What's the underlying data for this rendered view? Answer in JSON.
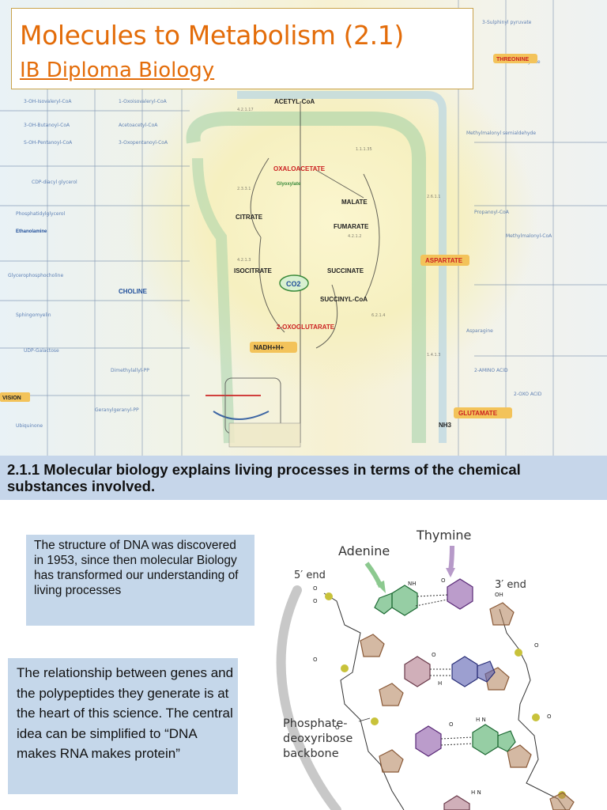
{
  "slide": {
    "title": "Molecules to Metabolism (2.1)",
    "subtitle": "IB Diploma Biology",
    "heading": "2.1.1 Molecular biology explains living processes in terms of the chemical substances involved.",
    "box_dna": "The structure of DNA was discovered in 1953, since then molecular Biology has transformed our understanding of living processes",
    "box_relationship": "The relationship between genes and the polypeptides they generate is at the heart of this science. The central idea can be simplified to “DNA makes RNA makes protein”"
  },
  "metabolic_map": {
    "labels": {
      "acetyl_coa": "ACETYL-CoA",
      "oxaloacetate": "OXALOACETATE",
      "malate": "MALATE",
      "citrate": "CITRATE",
      "fumarate": "FUMARATE",
      "isocitrate": "ISOCITRATE",
      "succinate": "SUCCINATE",
      "co2": "CO2",
      "succinyl_coa": "SUCCINYL-CoA",
      "oxoglutarate": "2-OXOGLUTARATE",
      "nadh": "NADH+H+",
      "aspartate": "ASPARTATE",
      "glutamate": "GLUTAMATE",
      "threonine": "THREONINE",
      "choline": "CHOLINE",
      "ethanolamine": "Ethanolamine",
      "glyoxylate": "Glyoxylate",
      "vision": "VISION",
      "nh3": "NH3"
    },
    "colors": {
      "background": "#f6f0c0",
      "pathway_red": "#cc2222",
      "pathway_blue": "#1f4e9a",
      "highlight": "#f3c35a"
    }
  },
  "dna_diagram": {
    "labels": {
      "thymine": "Thymine",
      "adenine": "Adenine",
      "five_end": "5′ end",
      "three_end": "3′ end",
      "backbone": "Phosphate-deoxyribose backbone"
    },
    "colors": {
      "adenine": "#3fa65a",
      "thymine": "#8e5aa8",
      "cytosine": "#b07a8a",
      "guanine": "#5a5fb0",
      "sugar": "#b08058",
      "phosphate": "#c8c23a"
    }
  },
  "colors": {
    "title": "#e36c09",
    "band": "#c6d6ea",
    "box": "#c5d7ea"
  }
}
